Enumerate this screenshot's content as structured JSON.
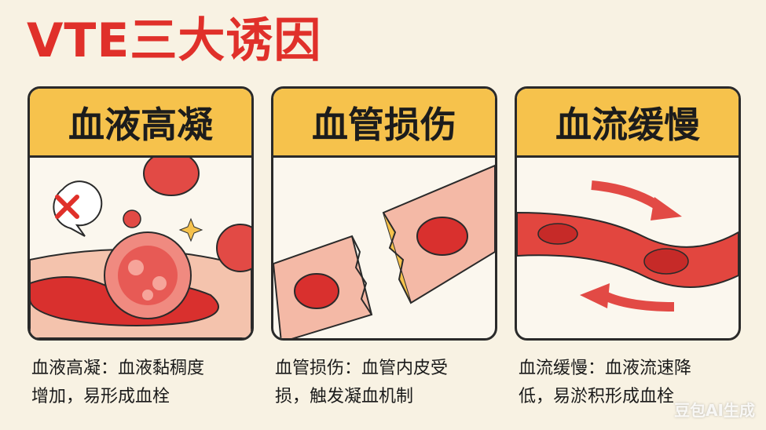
{
  "title": "VTE三大诱因",
  "panels": [
    {
      "heading": "血液高凝",
      "caption_line1": "血液高凝：血液黏稠度",
      "caption_line2": "增加，易形成血栓"
    },
    {
      "heading": "血管损伤",
      "caption_line1": "血管损伤：血管内皮受",
      "caption_line2": "损，触发凝血机制"
    },
    {
      "heading": "血流缓慢",
      "caption_line1": "血流缓慢：血液流速降",
      "caption_line2": "低，易淤积形成血栓"
    }
  ],
  "watermark": "豆包AI生成",
  "colors": {
    "title": "#e0302a",
    "header": "#f6c24c",
    "blood": "#e24a45",
    "background": "#f8f2e3"
  }
}
